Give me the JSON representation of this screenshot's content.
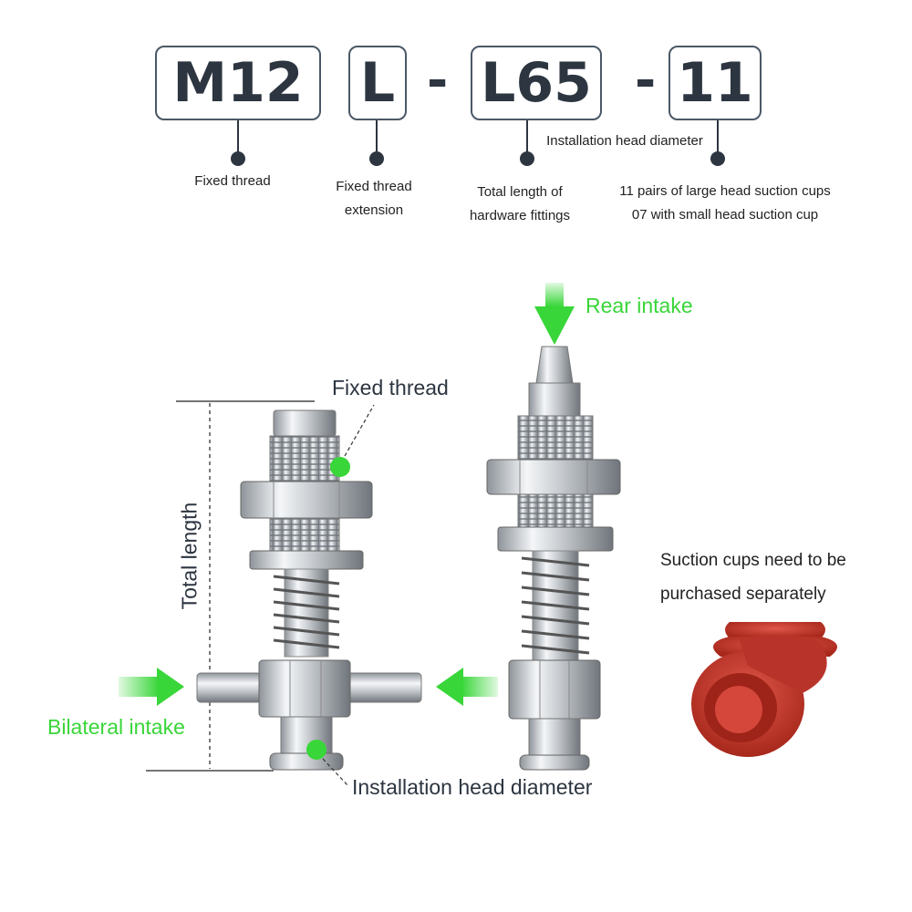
{
  "model_code": {
    "part1": "M12",
    "part2": "L",
    "sep1": "-",
    "part3": "L65",
    "sep2": "-",
    "part4": "11"
  },
  "code_legend": {
    "fixed_thread": "Fixed thread",
    "thread_extension_line1": "Fixed thread",
    "thread_extension_line2": "extension",
    "total_length_line1": "Total length of",
    "total_length_line2": "hardware fittings",
    "install_head": "Installation head diameter",
    "cups_line1": "11 pairs of large head suction cups",
    "cups_line2": "07 with small head suction cup"
  },
  "diagram": {
    "rear_intake": "Rear intake",
    "fixed_thread": "Fixed thread",
    "total_length": "Total length",
    "bilateral_intake": "Bilateral intake",
    "install_head": "Installation head diameter"
  },
  "note": {
    "line1": "Suction cups need to be",
    "line2": "purchased separately"
  },
  "colors": {
    "accent_green": "#39d639",
    "text_dark": "#2c3540",
    "suction_cup": "#c0392b"
  }
}
